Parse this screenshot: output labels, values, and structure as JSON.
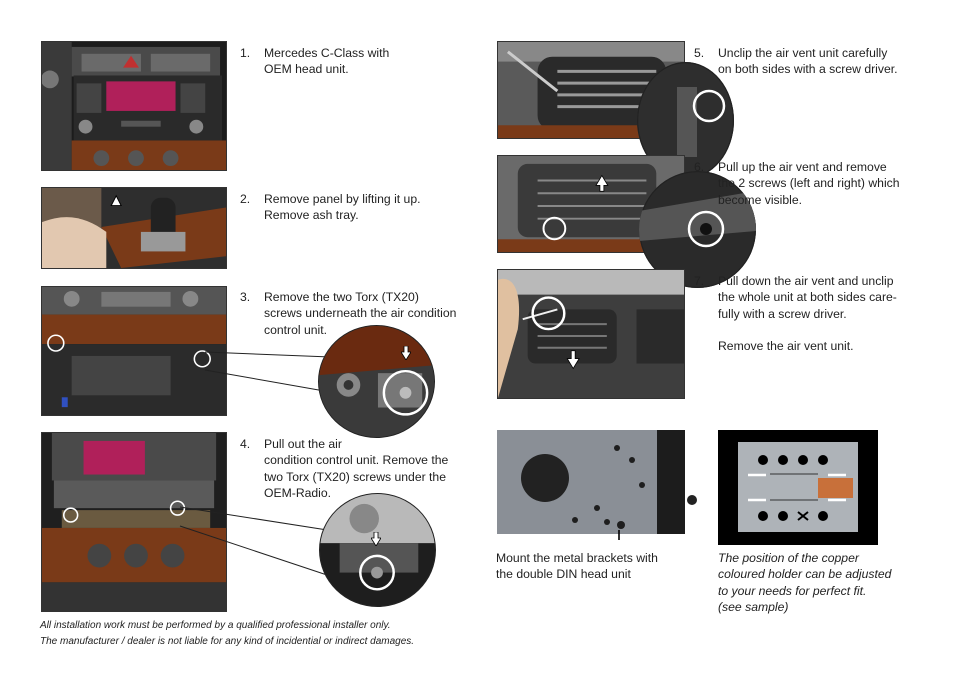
{
  "steps": [
    {
      "num": "1.",
      "text": "Mercedes C-Class with\nOEM head unit."
    },
    {
      "num": "2.",
      "text": "Remove panel by lifting it up.\nRemove ash tray."
    },
    {
      "num": "3.",
      "text": "Remove the two Torx (TX20)\nscrews underneath the air condition\ncontrol unit."
    },
    {
      "num": "4.",
      "text": "Pull out the air\ncondition control unit. Remove the\ntwo Torx (TX20) screws under the\nOEM-Radio."
    },
    {
      "num": "5.",
      "text": "Unclip the air vent unit carefully\non both sides with a screw driver."
    },
    {
      "num": "6.",
      "text": "Pull up the air vent and remove\nthe 2 screws (left and right) which\n    become visible."
    },
    {
      "num": "7.",
      "text": "Pull down the air vent and unclip\nthe whole unit at both sides care-\nfully with a screw driver.\n\nRemove the air vent unit."
    }
  ],
  "captions": {
    "mount": "Mount the metal brackets with\nthe double DIN head unit",
    "holder": "The position of the copper\ncoloured holder can be adjusted\nto your needs for perfect fit.\n(see sample)"
  },
  "footer": {
    "line1": "All installation work must be performed by a qualified professional installer only.",
    "line2": "The manufacturer / dealer is not liable for any kind of incidential or indirect damages."
  },
  "colors": {
    "wood": "#7a3a18",
    "dash": "#2c2c2c",
    "display": "#b0205a",
    "highlight": "#ffffff"
  }
}
